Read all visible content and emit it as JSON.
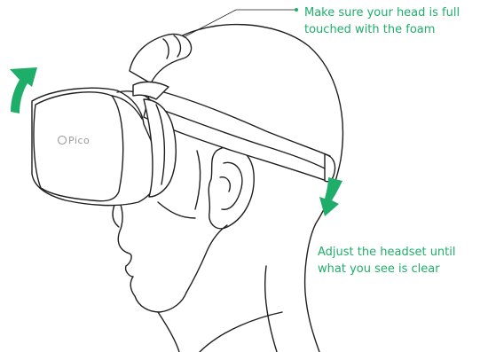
{
  "colors": {
    "accent": "#1fae6a",
    "line": "#1f1f1f",
    "brand_text": "#9a9a9a"
  },
  "annotations": {
    "foam": {
      "line1": "Make sure your head is full",
      "line2": "touched with the foam"
    },
    "adjust": {
      "line1": "Adjust the headset until",
      "line2": "what you see is clear"
    }
  },
  "headset": {
    "brand": "Pico",
    "brand_icon": "pico-logo-icon"
  },
  "arrows": [
    {
      "name": "tilt-up-arrow",
      "direction": "up"
    },
    {
      "name": "strap-down-arrow",
      "direction": "down"
    }
  ]
}
